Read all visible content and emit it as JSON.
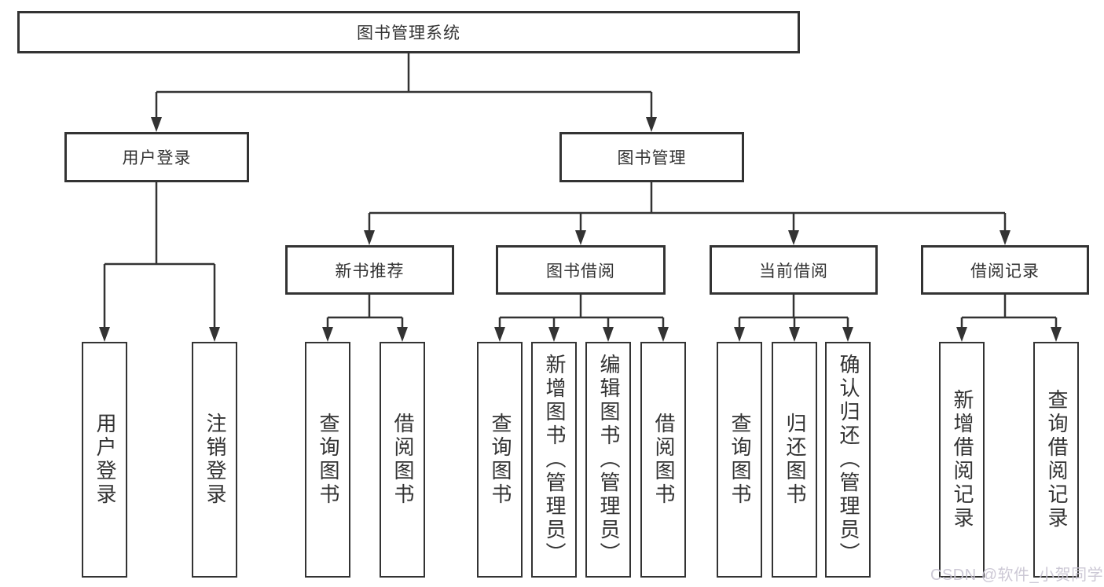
{
  "diagram": {
    "root": {
      "label": "图书管理系统"
    },
    "branches": [
      {
        "label": "用户登录",
        "children": [
          {
            "label": "用户登录"
          },
          {
            "label": "注销登录"
          }
        ]
      },
      {
        "label": "图书管理",
        "children": [
          {
            "label": "新书推荐",
            "children": [
              {
                "label": "查询图书"
              },
              {
                "label": "借阅图书"
              }
            ]
          },
          {
            "label": "图书借阅",
            "children": [
              {
                "label": "查询图书"
              },
              {
                "label": "新增图书（管理员）"
              },
              {
                "label": "编辑图书（管理员）"
              },
              {
                "label": "借阅图书"
              }
            ]
          },
          {
            "label": "当前借阅",
            "children": [
              {
                "label": "查询图书"
              },
              {
                "label": "归还图书"
              },
              {
                "label": "确认归还（管理员）"
              }
            ]
          },
          {
            "label": "借阅记录",
            "children": [
              {
                "label": "新增借阅记录"
              },
              {
                "label": "查询借阅记录"
              }
            ]
          }
        ]
      }
    ]
  },
  "colors": {
    "line": "#333333",
    "box_border": "#333333",
    "text": "#333333",
    "background": "#ffffff",
    "watermark": "#c9c5d3"
  },
  "watermark": {
    "text": "CSDN @软件_小贺同学"
  }
}
